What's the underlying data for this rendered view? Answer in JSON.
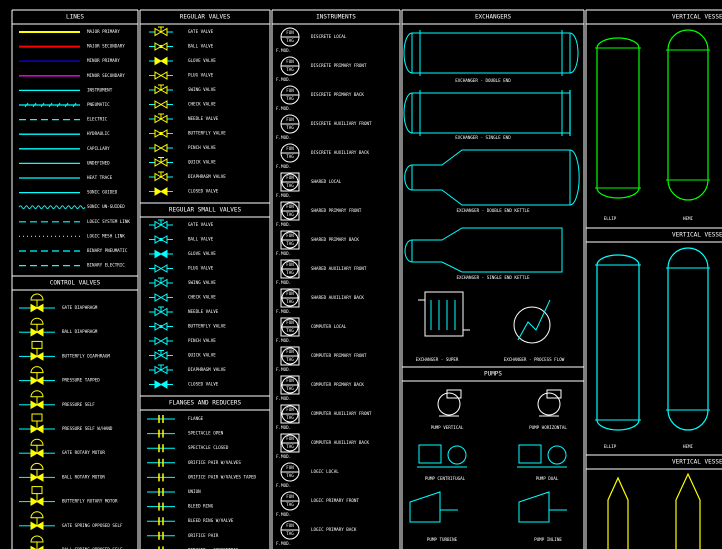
{
  "colors": {
    "background": "#000000",
    "frame": "#ffffff",
    "text": "#ffffff",
    "symbol_yellow": "#ffff00",
    "symbol_cyan": "#00ffff",
    "symbol_green": "#00ff00",
    "line_red": "#ff0000",
    "line_blue": "#0000ff",
    "line_magenta": "#ff00ff"
  },
  "sections": {
    "lines": "LINES",
    "regular_valves": "REGULAR VALVES",
    "instruments": "INSTRUMENTS",
    "exchangers": "EXCHANGERS",
    "vertical_vessels_1": "VERTICAL VESSELS",
    "regular_small_valves": "REGULAR SMALL VALVES",
    "control_valves": "CONTROL VALVES",
    "flanges_and_reducers": "FLANGES AND REDUCERS",
    "pumps": "PUMPS",
    "vertical_vessels_2": "VERTICAL VESSELS",
    "vertical_vessels_3": "VERTICAL VESSELS"
  },
  "lines": [
    {
      "label": "MAJOR PRIMARY",
      "color": "#ffff00",
      "style": "solid"
    },
    {
      "label": "MAJOR SECONDARY",
      "color": "#ff0000",
      "style": "solid"
    },
    {
      "label": "MINOR PRIMARY",
      "color": "#0000ff",
      "style": "solid"
    },
    {
      "label": "MINOR SECONDARY",
      "color": "#ff00ff",
      "style": "solid"
    },
    {
      "label": "INSTRUMENT",
      "color": "#00ffff",
      "style": "solid"
    },
    {
      "label": "PNEUMATIC",
      "color": "#00ffff",
      "style": "hatch"
    },
    {
      "label": "ELECTRIC",
      "color": "#00ffff",
      "style": "dash"
    },
    {
      "label": "HYDRAULIC",
      "color": "#00ffff",
      "style": "solid"
    },
    {
      "label": "CAPILLARY",
      "color": "#00ffff",
      "style": "solid"
    },
    {
      "label": "UNDEFINED",
      "color": "#00ffff",
      "style": "solid"
    },
    {
      "label": "HEAT TRACE",
      "color": "#00ffff",
      "style": "solid"
    },
    {
      "label": "SONIC GUIDED",
      "color": "#00ffff",
      "style": "solid"
    },
    {
      "label": "SONIC UN-GUIDED",
      "color": "#00ffff",
      "style": "wave"
    },
    {
      "label": "LOGIC SYSTEM LINK",
      "color": "#00ffff",
      "style": "dash"
    },
    {
      "label": "LOGIC MESH LINK",
      "color": "#00ffff",
      "style": "dot"
    },
    {
      "label": "BINARY PNEUMATIC",
      "color": "#00ffff",
      "style": "dash"
    },
    {
      "label": "BINARY ELECTRIC",
      "color": "#00ffff",
      "style": "dash"
    }
  ],
  "control_valves": [
    "GATE DIAPHRAGM",
    "BALL DIAPHRAGM",
    "BUTTERFLY DIAPHRAGM",
    "PRESSURE TAPPED",
    "PRESSURE SELF",
    "PRESSURE SELF W/HAND",
    "GATE ROTARY MOTOR",
    "BALL ROTARY MOTOR",
    "BUTTERFLY ROTARY MOTOR",
    "GATE SPRING OPPOSED SELF",
    "BALL SPRING OPPOSED SELF"
  ],
  "regular_valves": [
    "GATE VALVE",
    "BALL VALVE",
    "GLOVE VALVE",
    "PLUG VALVE",
    "SWING VALVE",
    "CHECK VALVE",
    "NEEDLE VALVE",
    "BUTTERFLY VALVE",
    "PINCH VALVE",
    "QUICK VALVE",
    "DIAPHRAGM VALVE",
    "CLOSED VALVE"
  ],
  "regular_small_valves": [
    "GATE VALVE",
    "BALL VALVE",
    "GLOVE VALVE",
    "PLUG VALVE",
    "SWING VALVE",
    "CHECK VALVE",
    "NEEDLE VALVE",
    "BUTTERFLY VALVE",
    "PINCH VALVE",
    "QUICK VALVE",
    "DIAPHRAGM VALVE",
    "CLOSED VALVE"
  ],
  "flanges": [
    "FLANGE",
    "SPECTACLE OPEN",
    "SPECTACLE CLOSED",
    "ORIFICE PAIR W/VALVES",
    "ORIFICE PAIR W/VALVES TAPED",
    "UNION",
    "BLEED RING",
    "BLEED RING W/VALVE",
    "ORIFICE PAIR",
    "REDUCER - CONCENTRIC"
  ],
  "instrument_tag": {
    "top": "FUN",
    "bottom": "TAG",
    "foot": "F.MOD."
  },
  "instruments": [
    "DISCRETE LOCAL",
    "DISCRETE PRIMARY FRONT",
    "DISCRETE PRIMARY BACK",
    "DISCRETE AUXILIARY FRONT",
    "DISCRETE AUXILIARY BACK",
    "SHARED LOCAL",
    "SHARED PRIMARY FRONT",
    "SHARED PRIMARY BACK",
    "SHARED AUXILIARY FRONT",
    "SHARED AUXILIARY BACK",
    "COMPUTER LOCAL",
    "COMPUTER PRIMARY FRONT",
    "COMPUTER PRIMARY BACK",
    "COMPUTER AUXILIARY FRONT",
    "COMPUTER AUXILIARY BACK",
    "LOGIC LOCAL",
    "LOGIC PRIMARY FRONT",
    "LOGIC PRIMARY BACK"
  ],
  "exchangers": [
    "EXCHANGER - DOUBLE END",
    "EXCHANGER - SINGLE END",
    "EXCHANGER - DOUBLE END KETTLE",
    "EXCHANGER - SINGLE END KETTLE",
    "EXCHANGER - SUPER",
    "EXCHANGER - PROCESS FLOW"
  ],
  "pumps": [
    "PUMP VERTICAL",
    "PUMP HORIZONTAL",
    "PUMP CENTRIFUGAL",
    "PUMP DUAL",
    "PUMP TURBINE",
    "PUMP INLINE"
  ],
  "vessels": {
    "ellip": "ELLIP",
    "hemi": "HEMI"
  }
}
